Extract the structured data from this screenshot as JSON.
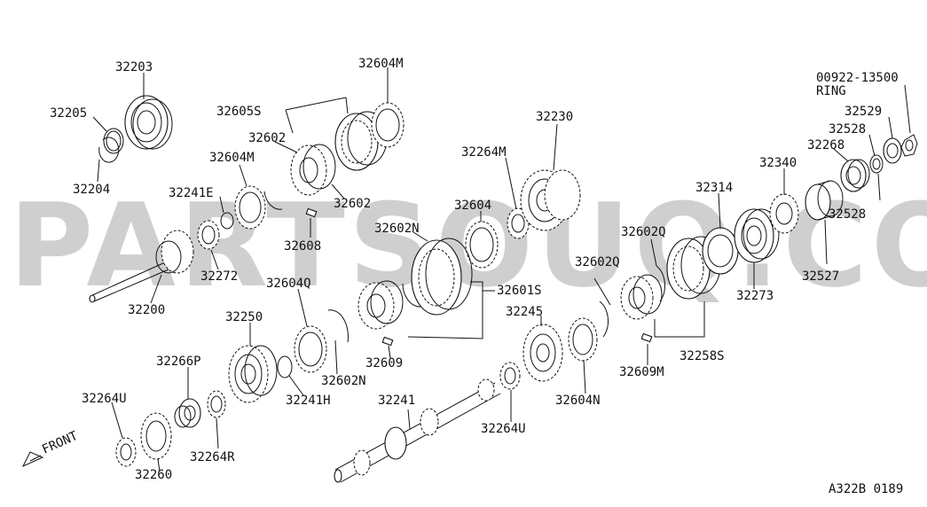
{
  "watermark": "PARTSOUQ.COM",
  "diagram_code": "A322B 0189",
  "front_label": "FRONT",
  "part_labels": {
    "p32203": "32203",
    "p32205": "32205",
    "p32204": "32204",
    "p32604M_top": "32604M",
    "p32605S": "32605S",
    "p32602_a": "32602",
    "p32604M_left": "32604M",
    "p32241E": "32241E",
    "p32602_b": "32602",
    "p32608": "32608",
    "p32272": "32272",
    "p32200": "32200",
    "p32230": "32230",
    "p32264M": "32264M",
    "p32604": "32604",
    "p32602N_top": "32602N",
    "p32601S": "32601S",
    "p32604Q": "32604Q",
    "p32250": "32250",
    "p32266P": "32266P",
    "p32264U_left": "32264U",
    "p32241H": "32241H",
    "p32602N_bot": "32602N",
    "p32609": "32609",
    "p32260": "32260",
    "p32264R": "32264R",
    "p32241": "32241",
    "p32264U_mid": "32264U",
    "p32245": "32245",
    "p32602Q_a": "32602Q",
    "p32602Q_b": "32602Q",
    "p32604N": "32604N",
    "p32609M": "32609M",
    "p32258S": "32258S",
    "p32314": "32314",
    "p32273": "32273",
    "p32340": "32340",
    "p32268": "32268",
    "p32527": "32527",
    "p32528_a": "32528",
    "p32529": "32529",
    "p32528_b": "32528",
    "p00922": "00922-13500",
    "ring": "RING"
  }
}
